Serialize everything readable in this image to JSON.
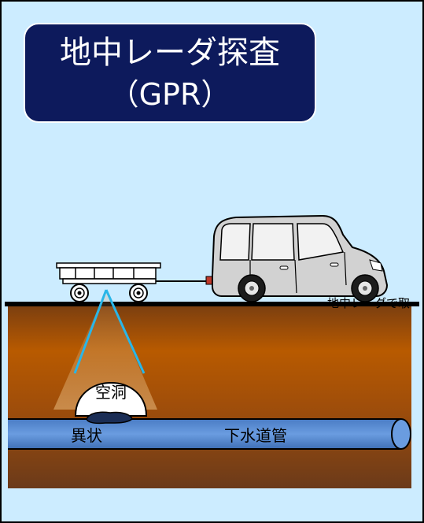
{
  "title": {
    "line1": "地中レーダ探査",
    "line2": "（GPR）"
  },
  "labels": {
    "cavity": "空洞",
    "anomaly": "異状",
    "sewer_pipe": "下水道管",
    "cut_caption": "地中レーダで取"
  },
  "colors": {
    "background": "#ccecff",
    "title_box": "#0d1a5c",
    "title_text": "#ffffff",
    "ground_top": "#b85a00",
    "ground_bottom": "#6b3a1a",
    "pipe_fill": "#5b8fd6",
    "radar_beam": "#29b6e8",
    "cavity_fill": "#ffffff",
    "road": "#000000",
    "vehicle_body": "#c8c8c8"
  },
  "icons": {
    "vehicle": "minivan-icon",
    "trailer": "radar-cart-icon"
  }
}
